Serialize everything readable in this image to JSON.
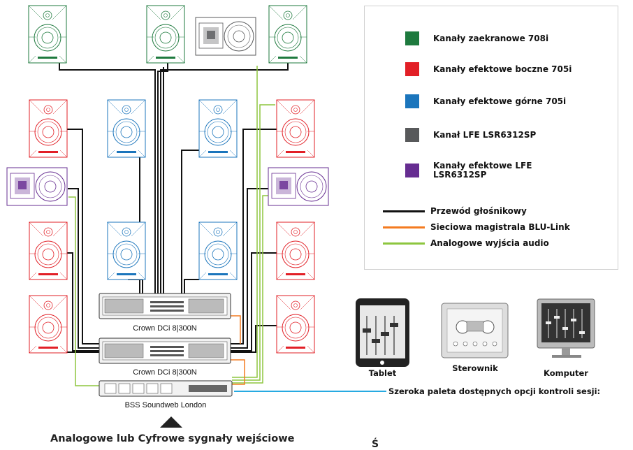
{
  "legend": {
    "items": [
      {
        "label": "Kanały zaekranowe 708i",
        "color": "#1e7a3e"
      },
      {
        "label": "Kanały efektowe boczne 705i",
        "color": "#e21f26"
      },
      {
        "label": "Kanały efektowe górne 705i",
        "color": "#1b75bc"
      },
      {
        "label": "Kanał LFE LSR6312SP",
        "color": "#58595b"
      },
      {
        "label": "Kanały efektowe LFE LSR6312SP",
        "color": "#662d91"
      }
    ],
    "lines": [
      {
        "label": "Przewód głośnikowy",
        "color": "#111111"
      },
      {
        "label": "Sieciowa magistrala BLU-Link",
        "color": "#f47b20"
      },
      {
        "label": "Analogowe wyjścia audio",
        "color": "#8dc63f"
      }
    ]
  },
  "devices": {
    "amp1": "Crown DCi 8|300N",
    "amp2": "Crown DCi 8|300N",
    "processor": "BSS Soundweb London"
  },
  "controls": {
    "tablet": "Tablet",
    "controller": "Sterownik",
    "computer": "Komputer",
    "session": "Szeroka paleta dostępnych opcji kontroli sesji:"
  },
  "bottom": {
    "input_label": "Analogowe lub Cyfrowe sygnały wejściowe",
    "stray_char": "Ś"
  }
}
